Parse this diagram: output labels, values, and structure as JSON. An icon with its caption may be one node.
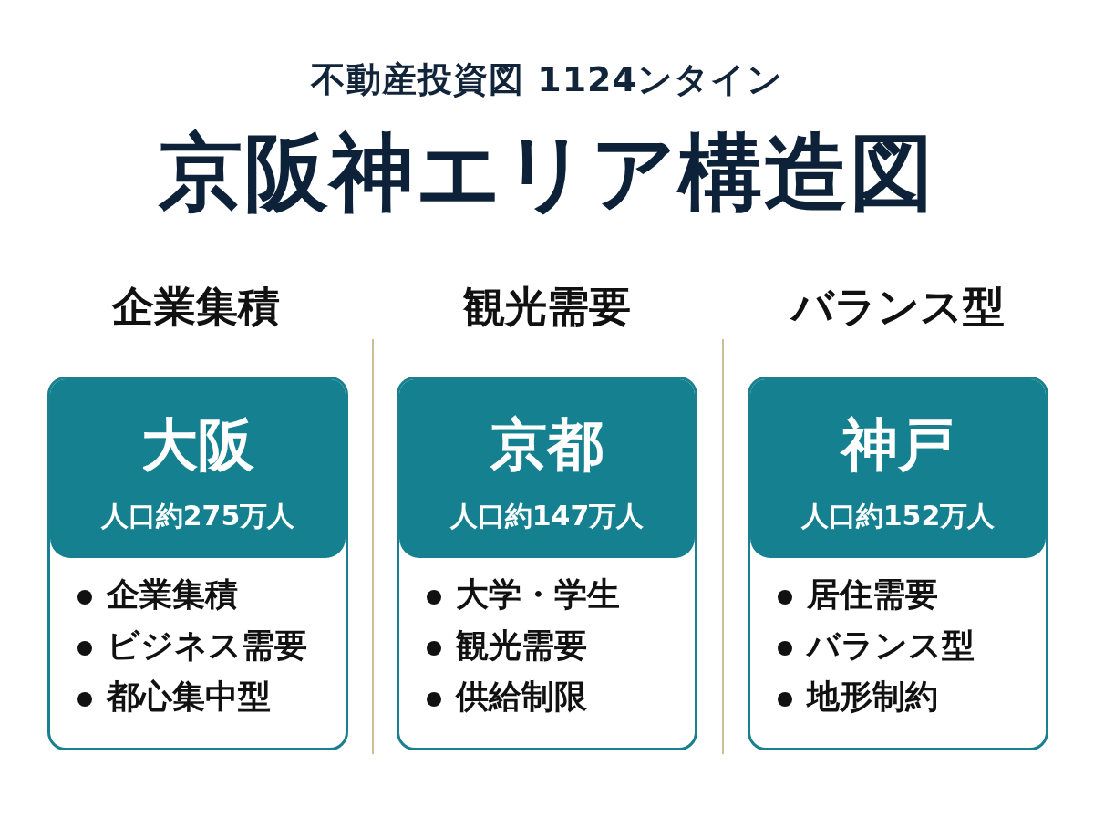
{
  "diagram": {
    "title": "京阪神エリア構造図",
    "labels": [
      "不動産投資図 1124ンタイン",
      "企業集積",
      "観光需要",
      "バランス型"
    ],
    "nodes": [
      {
        "text": [
          "大阪",
          "人口約275万人",
          "企業集積",
          "ビジネス需要",
          "都心集中型"
        ]
      },
      {
        "text": [
          "京都",
          "人口約147万人",
          "大学・学生",
          "観光需要",
          "供給制限"
        ]
      },
      {
        "text": [
          "神戸",
          "人口約152万人",
          "居住需要",
          "バランス型",
          "地形制約"
        ]
      }
    ]
  }
}
